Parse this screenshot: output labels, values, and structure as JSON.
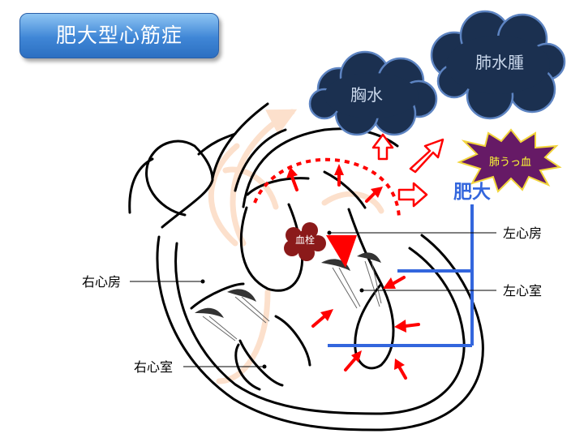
{
  "title": "肥大型心筋症",
  "clouds": {
    "pleural_effusion": "胸水",
    "pulmonary_edema": "肺水腫"
  },
  "burst_label": "肺うっ血",
  "hypertrophy_label": "肥大",
  "thrombus_label": "血栓",
  "chambers": {
    "left_atrium": "左心房",
    "left_ventricle": "左心室",
    "right_atrium": "右心房",
    "right_ventricle": "右心室"
  },
  "colors": {
    "title_bg": "#3f86d6",
    "cloud_fill": "#1b3050",
    "cloud_stroke": "#5d84c2",
    "cloud_text": "#c8d6ea",
    "arrow_red": "#ff0000",
    "hypertrophy_blue": "#3366dd",
    "burst_fill": "#661a66",
    "burst_text": "#ffff33",
    "thrombus": "#8b1a1a",
    "flow_peach": "#fce0cc"
  }
}
